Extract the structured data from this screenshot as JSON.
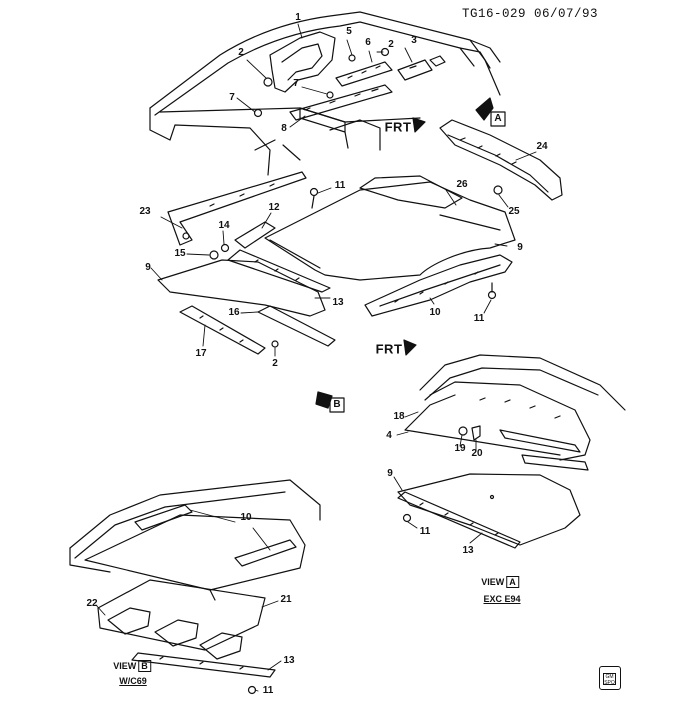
{
  "header": {
    "code": "TG16-029 06/07/93"
  },
  "frt_label": "FRT",
  "view_markers": {
    "a": "A",
    "b": "B"
  },
  "captions": {
    "view_a": {
      "word": "VIEW",
      "letter": "A",
      "sub": "EXC E94"
    },
    "view_b": {
      "word": "VIEW",
      "letter": "B",
      "sub": "W/C69"
    }
  },
  "logo": {
    "text": "GM SPO"
  },
  "callouts": {
    "c1": "1",
    "c2a": "2",
    "c3": "3",
    "c5": "5",
    "c6": "6",
    "c2b": "2",
    "c7a": "7",
    "c7b": "7",
    "c8": "8",
    "c24": "24",
    "c25": "25",
    "c11a": "11",
    "c23": "23",
    "c26": "26",
    "c12": "12",
    "c14": "14",
    "c15": "15",
    "c9a": "9",
    "c9b": "9",
    "c13a": "13",
    "c10a": "10",
    "c11b": "11",
    "c16": "16",
    "c17": "17",
    "c2c": "2",
    "c18": "18",
    "c4": "4",
    "c19": "19",
    "c20": "20",
    "c9c": "9",
    "c11c": "11",
    "c13b": "13",
    "c10b": "10",
    "c22": "22",
    "c21": "21",
    "c13c": "13",
    "c11d": "11"
  }
}
